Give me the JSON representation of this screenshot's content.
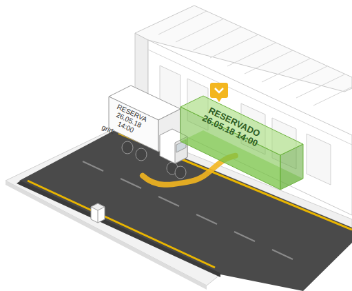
{
  "diagram": {
    "nodes": [
      {
        "text": [
          "RESERVA 26.05.18 14:00",
          "grid."
        ]
      },
      {
        "text": [
          "RESERVADO 26.05.18 14:00"
        ]
      }
    ],
    "edges": [
      {
        "from": 0,
        "to": 1,
        "arrow": "none"
      }
    ]
  }
}
